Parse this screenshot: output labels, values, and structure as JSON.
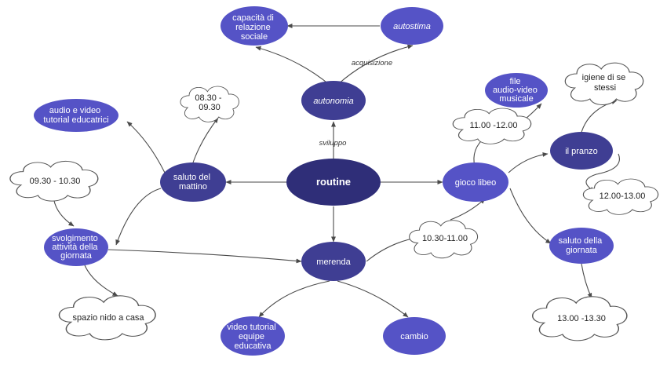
{
  "colors": {
    "node": "#5553c6",
    "node_dark": "#3f3e93",
    "center": "#2f2e78",
    "edge": "#4a4a4a"
  },
  "nodes": {
    "routine": "routine",
    "autonomia": "autonomia",
    "autostima": "autostima",
    "capacita": [
      "capacità di",
      "relazione",
      "sociale"
    ],
    "saluto_mattino": [
      "saluto del",
      "mattino"
    ],
    "audio_video": [
      "audio e video",
      "tutorial educatrici"
    ],
    "svolgimento": [
      "svolgimento",
      "attività della",
      "giornata"
    ],
    "merenda": "merenda",
    "video_tutorial": [
      "video tutorial",
      "equipe",
      "educativa"
    ],
    "cambio": "cambio",
    "gioco_libero": "gioco libeo",
    "file_audio": [
      "file",
      "audio-video",
      "musicale"
    ],
    "il_pranzo": "il pranzo",
    "saluto_giornata": [
      "saluto della",
      "giornata"
    ]
  },
  "clouds": {
    "t0830": [
      "08.30 -",
      "09.30"
    ],
    "t0930": "09.30 - 10.30",
    "spazio": "spazio nido a casa",
    "t1030": "10.30-11.00",
    "t1100": "11.00 -12.00",
    "igiene": [
      "igiene di se",
      "stessi"
    ],
    "t1200": "12.00-13.00",
    "t1300": "13.00 -13.30"
  },
  "edge_labels": {
    "sviluppo": "sviluppo",
    "acquisizione": "acquisizione"
  }
}
